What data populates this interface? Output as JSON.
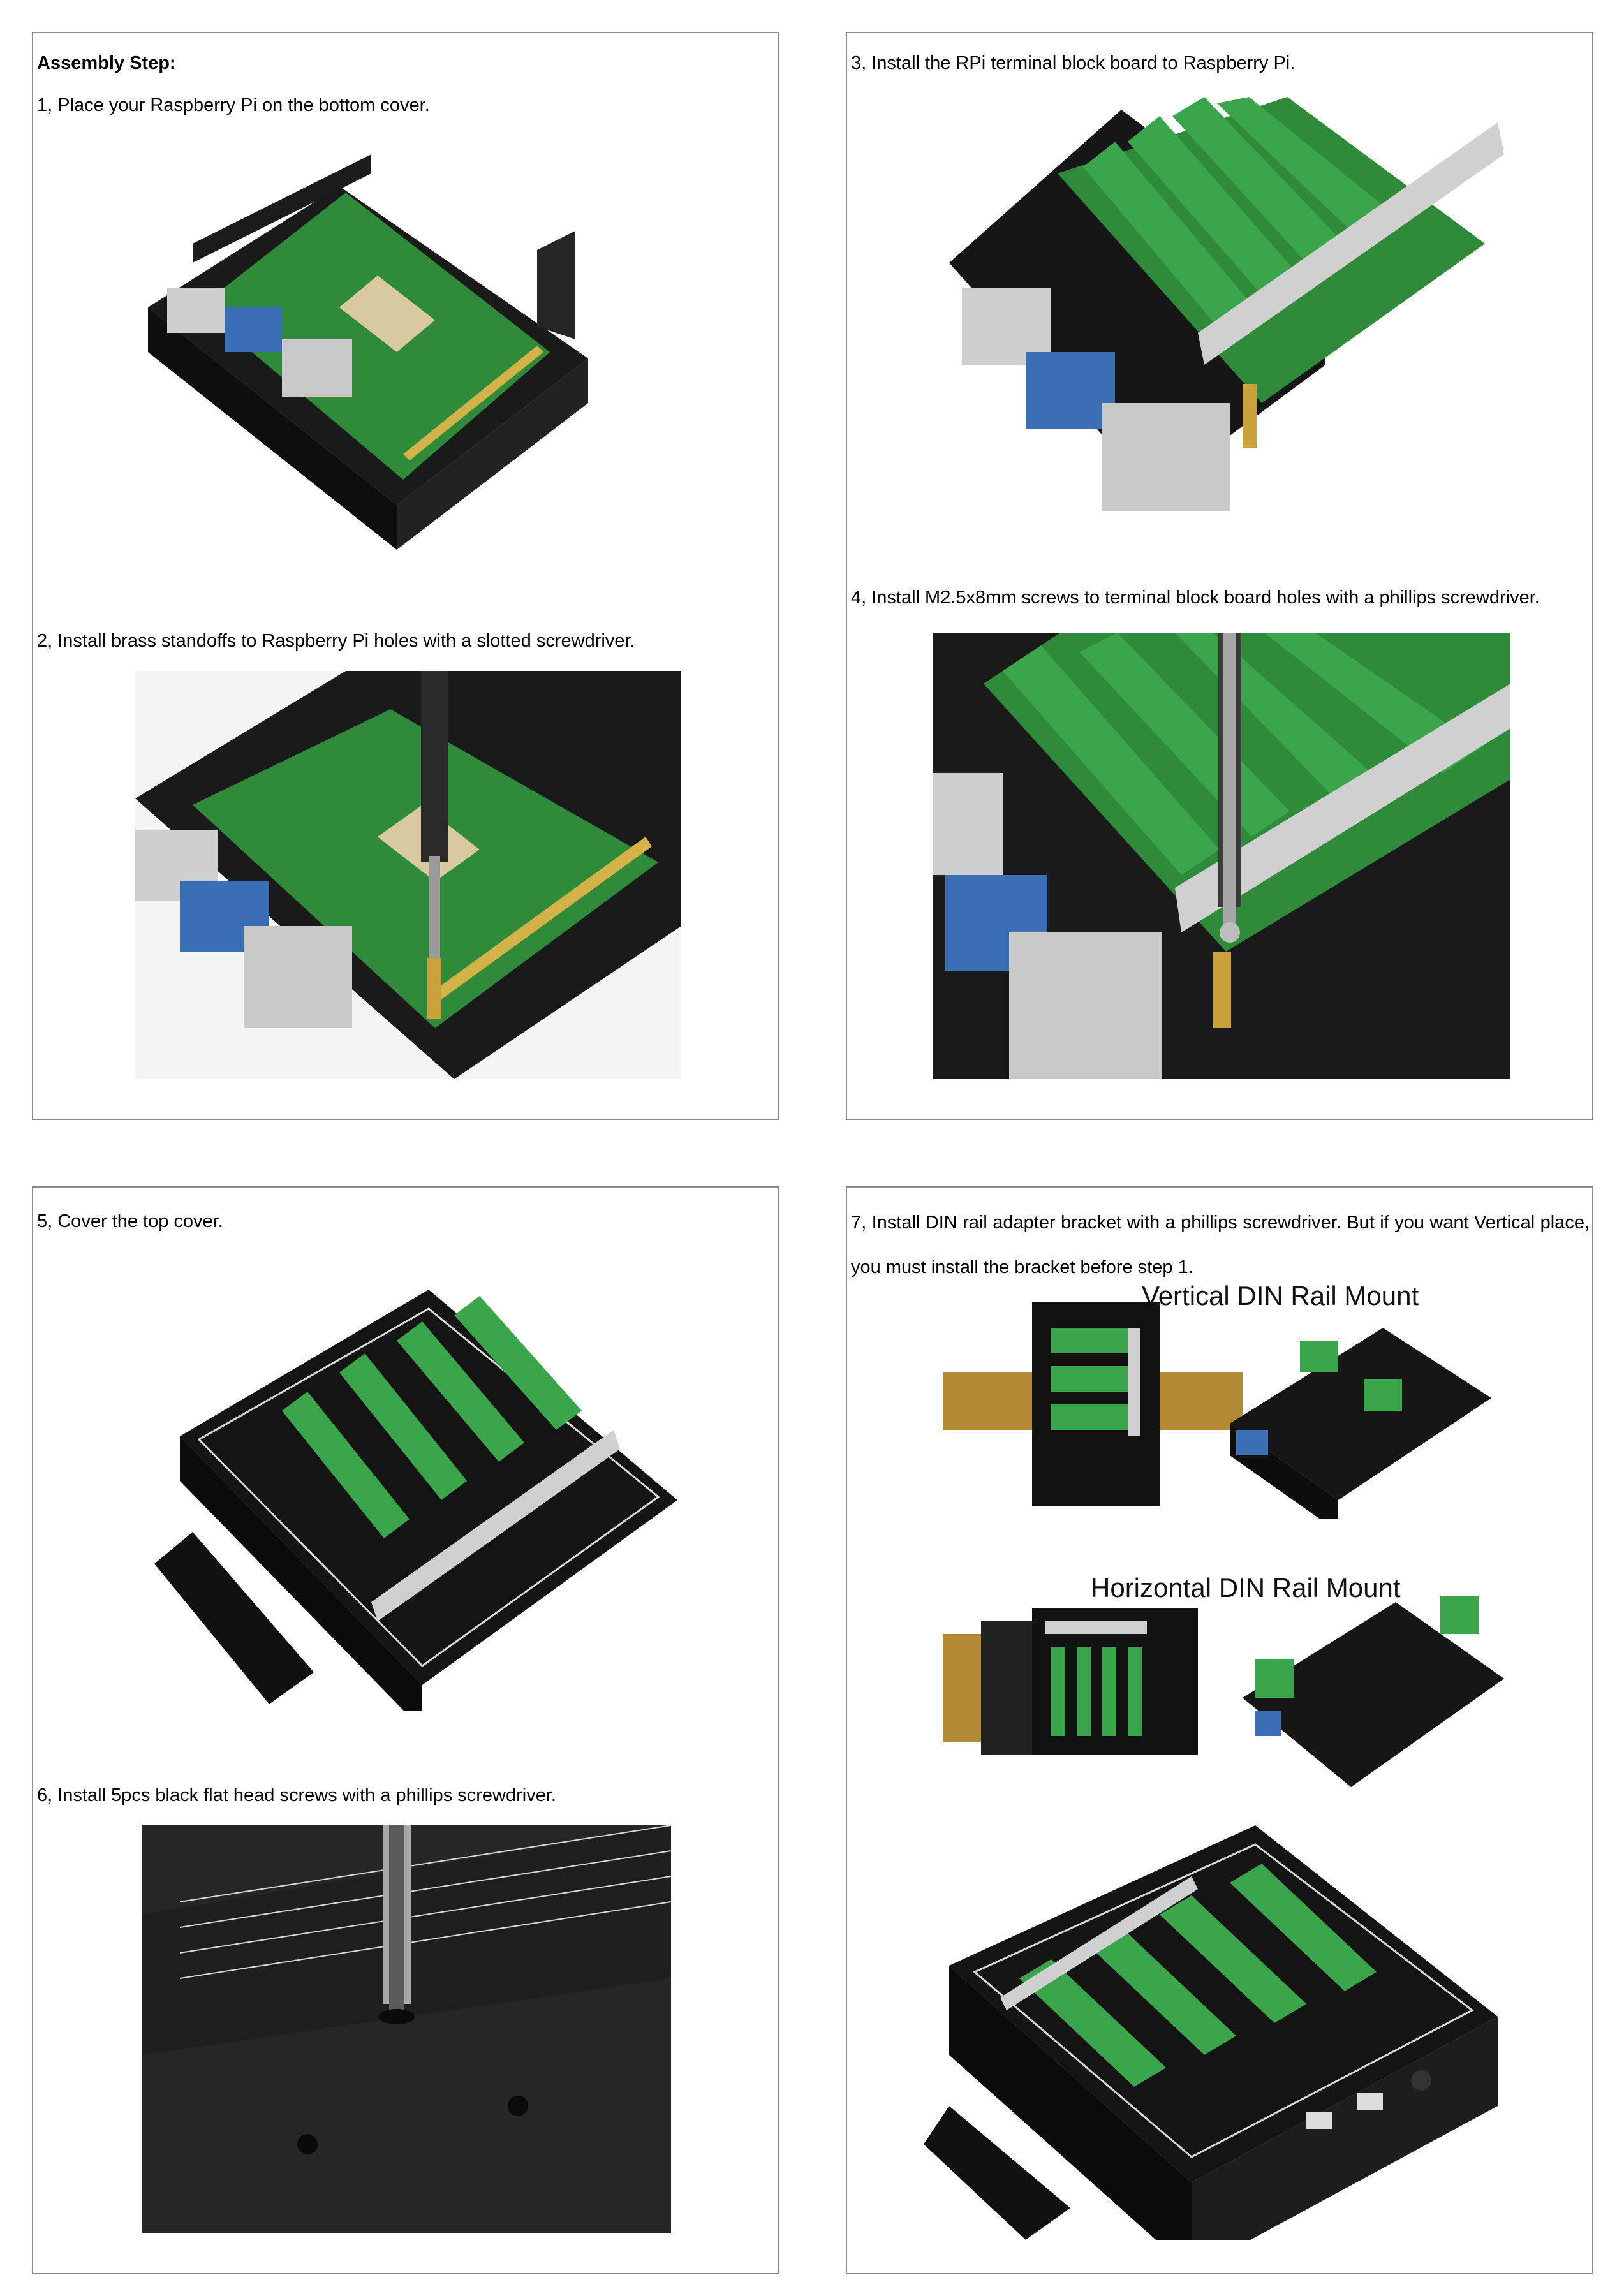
{
  "panels": {
    "p1": {
      "heading": "Assembly Step:",
      "step1": "1, Place your Raspberry Pi on the bottom cover.",
      "step2": "2, Install brass standoffs to Raspberry Pi holes with a slotted screwdriver."
    },
    "p2": {
      "step3": "3, Install the RPi terminal block board to Raspberry Pi.",
      "step4": "4, Install M2.5x8mm screws to terminal block board holes with a phillips screwdriver."
    },
    "p3": {
      "step5": "5, Cover the top cover.",
      "step6": "6, Install 5pcs black flat head screws with a phillips screwdriver."
    },
    "p4": {
      "step7": "7, Install DIN rail adapter bracket with a phillips screwdriver. But if you want Vertical place, you must install the bracket before step 1.",
      "vertical_label": "Vertical DIN Rail Mount",
      "horizontal_label": "Horizontal DIN Rail Mount"
    }
  },
  "colors": {
    "border": "#8a8a8a",
    "case_black": "#151515",
    "pcb_green": "#2f8a3a",
    "terminal_green": "#3aa54a",
    "header_gray": "#cfcfcf",
    "brass": "#c9a23a"
  }
}
